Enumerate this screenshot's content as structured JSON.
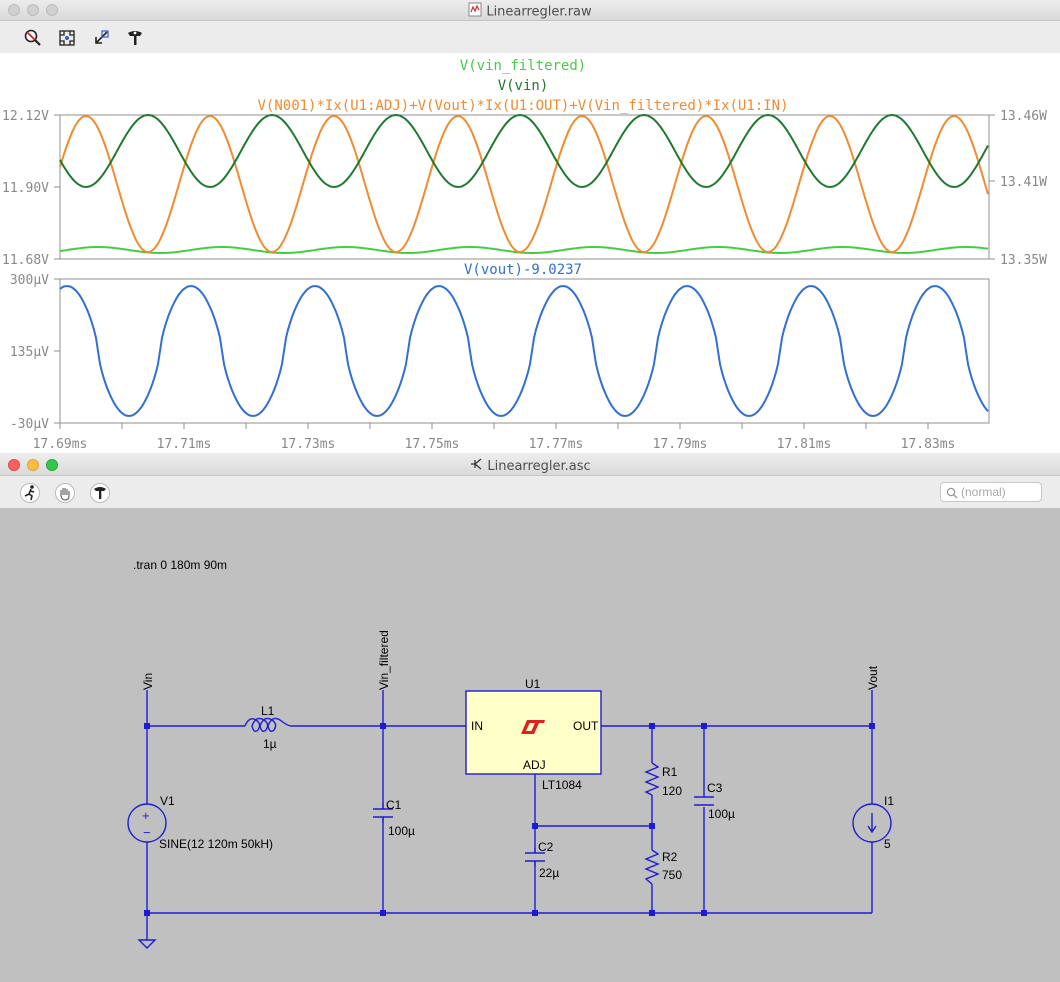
{
  "waveform_window": {
    "title": "Linearregler.raw",
    "toolbar": [
      "zoom-cancel-icon",
      "autorange-icon",
      "zoom-back-icon",
      "hammer-icon"
    ],
    "pane_top": {
      "traces": [
        {
          "label": "V(vin_filtered)",
          "color": "#44cc44"
        },
        {
          "label": "V(vin)",
          "color": "#1e7a2e"
        },
        {
          "label": "V(N001)*Ix(U1:ADJ)+V(Vout)*Ix(U1:OUT)+V(Vin_filtered)*Ix(U1:IN)",
          "color": "#f28a30"
        }
      ],
      "left_ticks": [
        "12.12V",
        "11.90V",
        "11.68V"
      ],
      "right_ticks": [
        "13.46W",
        "13.41W",
        "13.35W"
      ]
    },
    "pane_bottom": {
      "traces": [
        {
          "label": "V(vout)-9.0237",
          "color": "#2f6fd6"
        }
      ],
      "left_ticks": [
        "300µV",
        "135µV",
        "-30µV"
      ]
    },
    "x_ticks": [
      "17.69ms",
      "17.71ms",
      "17.73ms",
      "17.75ms",
      "17.77ms",
      "17.79ms",
      "17.81ms",
      "17.83ms"
    ]
  },
  "schematic_window": {
    "title": "Linearregler.asc",
    "toolbar": [
      "run-icon",
      "pan-hand-icon",
      "hammer-icon"
    ],
    "search_placeholder": "(normal)",
    "directive": ".tran 0 180m 90m",
    "labels": {
      "vin": "Vin",
      "vin_filtered": "Vin_filtered",
      "vout": "Vout",
      "u1": "U1",
      "u1_in": "IN",
      "u1_out": "OUT",
      "u1_adj": "ADJ",
      "u1_part": "LT1084",
      "l1": "L1",
      "l1_val": "1µ",
      "c1": "C1",
      "c1_val": "100µ",
      "c2": "C2",
      "c2_val": "22µ",
      "c3": "C3",
      "c3_val": "100µ",
      "r1": "R1",
      "r1_val": "120",
      "r2": "R2",
      "r2_val": "750",
      "v1": "V1",
      "v1_val": "SINE(12 120m 50kH)",
      "i1": "I1",
      "i1_val": "5"
    },
    "colors": {
      "wire": "#1c1cd6",
      "component": "#1c1cd6",
      "background": "#c0c0c0",
      "ic_fill": "#ffffc8",
      "lt_logo": "#e02020"
    }
  }
}
